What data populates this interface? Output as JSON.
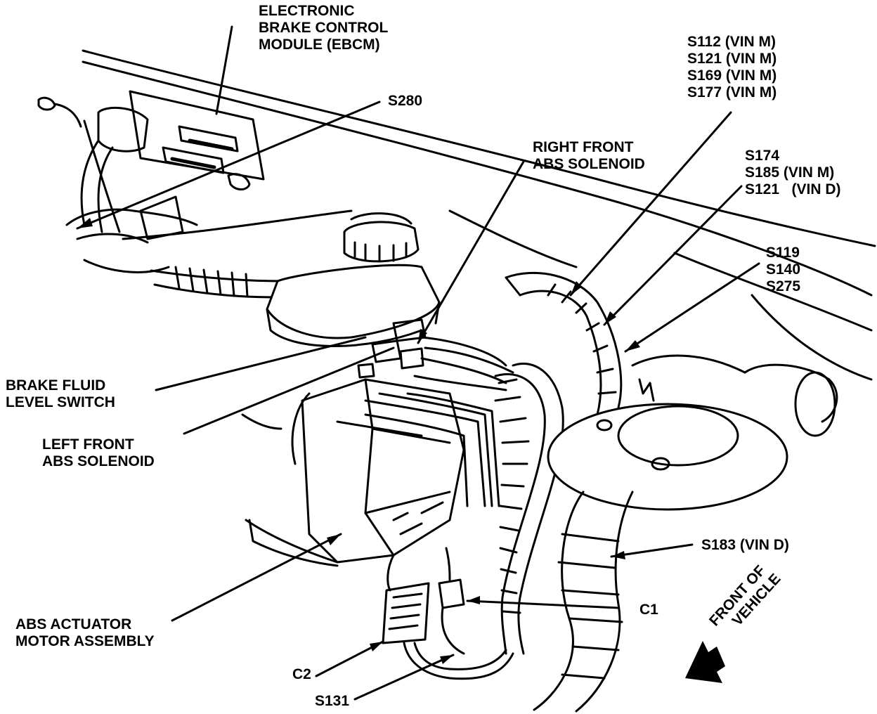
{
  "labels": {
    "ebcm": [
      "ELECTRONIC",
      "BRAKE CONTROL",
      "MODULE (EBCM)"
    ],
    "s280": "S280",
    "right_front_abs": [
      "RIGHT FRONT",
      "ABS SOLENOID"
    ],
    "splices_vin_m": [
      "S112 (VIN M)",
      "S121 (VIN M)",
      "S169 (VIN M)",
      "S177 (VIN M)"
    ],
    "splices_mid": [
      "S174",
      "S185 (VIN M)",
      "S121   (VIN D)"
    ],
    "splices_low": [
      "S119",
      "S140",
      "S275"
    ],
    "brake_fluid": [
      "BRAKE FLUID",
      "LEVEL SWITCH"
    ],
    "left_front_abs": [
      "LEFT FRONT",
      "ABS SOLENOID"
    ],
    "s183": "S183 (VIN D)",
    "c1": "C1",
    "abs_actuator": [
      "ABS ACTUATOR",
      "MOTOR ASSEMBLY"
    ],
    "c2": "C2",
    "s131": "S131",
    "front_of_vehicle": [
      "FRONT OF",
      "VEHICLE"
    ]
  },
  "colors": {
    "ink": "#000000",
    "paper": "#ffffff"
  }
}
